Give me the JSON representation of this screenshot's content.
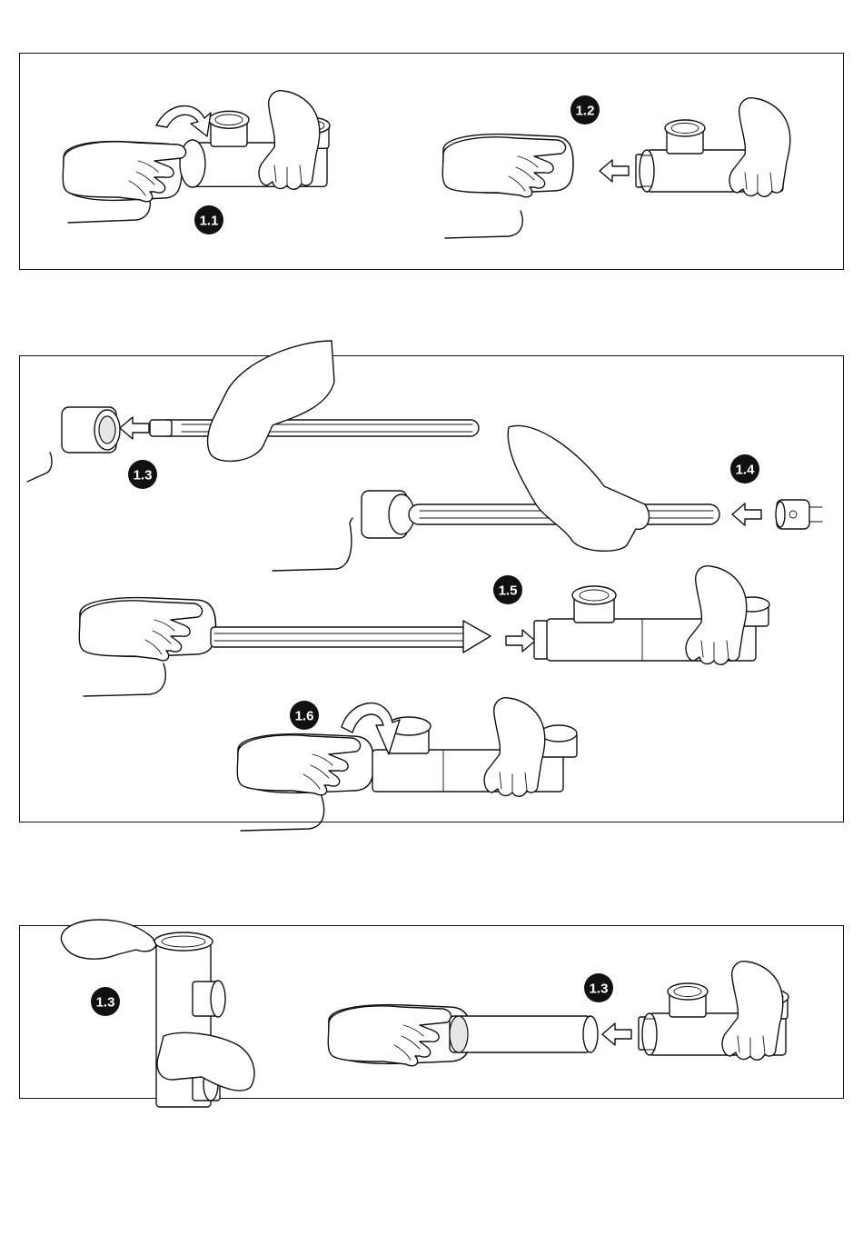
{
  "steps": {
    "s11": "1.1",
    "s12": "1.2",
    "s13a": "1.3",
    "s14": "1.4",
    "s15": "1.5",
    "s16": "1.6",
    "s13b": "1.3",
    "s13c": "1.3"
  }
}
